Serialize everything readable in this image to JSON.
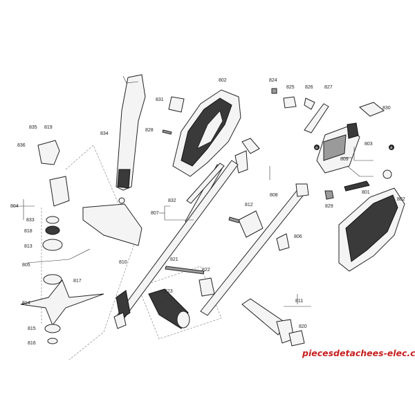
{
  "labels": {
    "l802a": "802",
    "l831": "831",
    "l834": "834",
    "l828": "828",
    "l835": "835",
    "l819": "819",
    "l836": "836",
    "l804": "804",
    "l833": "833",
    "l818": "818",
    "l813": "813",
    "l805": "805",
    "l817": "817",
    "l814": "814",
    "l815": "815",
    "l816": "816",
    "l810": "810",
    "l832": "832",
    "l807": "807",
    "l812": "812",
    "l808": "808",
    "l806": "806",
    "l821": "821",
    "l822": "822",
    "l823": "823",
    "l824": "824",
    "l825": "825",
    "l826": "826",
    "l827": "827",
    "l830": "830",
    "l803": "803",
    "l809": "809",
    "l801": "801",
    "l829": "829",
    "l802b": "802",
    "l811": "811",
    "l820": "820",
    "ma1": "a",
    "ma2": "a"
  },
  "watermark": "piecesdetachees-elec.com",
  "colors": {
    "watermark": "#c71f1f",
    "line": "#222222",
    "motor_marker": "#222222"
  }
}
